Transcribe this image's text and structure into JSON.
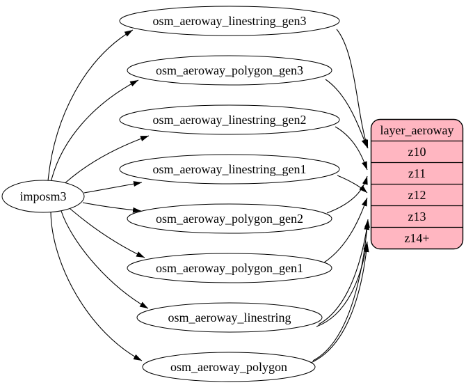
{
  "diagram": {
    "kind": "etl-graph",
    "colors": {
      "background": "#ffffff",
      "node_fill": "#ffffff",
      "node_stroke": "#000000",
      "edge": "#000000",
      "record_fill": "#ffb6c1",
      "record_stroke": "#000000",
      "text": "#000000"
    },
    "source": {
      "label": "imposm3"
    },
    "tables": [
      {
        "label": "osm_aeroway_linestring_gen3"
      },
      {
        "label": "osm_aeroway_polygon_gen3"
      },
      {
        "label": "osm_aeroway_linestring_gen2"
      },
      {
        "label": "osm_aeroway_linestring_gen1"
      },
      {
        "label": "osm_aeroway_polygon_gen2"
      },
      {
        "label": "osm_aeroway_polygon_gen1"
      },
      {
        "label": "osm_aeroway_linestring"
      },
      {
        "label": "osm_aeroway_polygon"
      }
    ],
    "record": {
      "title": "layer_aeroway",
      "rows": [
        "z10",
        "z11",
        "z12",
        "z13",
        "z14+"
      ],
      "fill": "#ffb6c1"
    },
    "edges": [
      {
        "from": "imposm3",
        "to": "osm_aeroway_linestring_gen3"
      },
      {
        "from": "imposm3",
        "to": "osm_aeroway_polygon_gen3"
      },
      {
        "from": "imposm3",
        "to": "osm_aeroway_linestring_gen2"
      },
      {
        "from": "imposm3",
        "to": "osm_aeroway_linestring_gen1"
      },
      {
        "from": "imposm3",
        "to": "osm_aeroway_polygon_gen2"
      },
      {
        "from": "imposm3",
        "to": "osm_aeroway_polygon_gen1"
      },
      {
        "from": "imposm3",
        "to": "osm_aeroway_linestring"
      },
      {
        "from": "imposm3",
        "to": "osm_aeroway_polygon"
      },
      {
        "from": "osm_aeroway_linestring_gen3",
        "to": "layer_aeroway:z10"
      },
      {
        "from": "osm_aeroway_polygon_gen3",
        "to": "layer_aeroway:z10"
      },
      {
        "from": "osm_aeroway_linestring_gen2",
        "to": "layer_aeroway:z11"
      },
      {
        "from": "osm_aeroway_polygon_gen2",
        "to": "layer_aeroway:z11"
      },
      {
        "from": "osm_aeroway_linestring_gen1",
        "to": "layer_aeroway:z12"
      },
      {
        "from": "osm_aeroway_polygon_gen1",
        "to": "layer_aeroway:z12"
      },
      {
        "from": "osm_aeroway_linestring",
        "to": "layer_aeroway:z13"
      },
      {
        "from": "osm_aeroway_linestring",
        "to": "layer_aeroway:z14+"
      },
      {
        "from": "osm_aeroway_polygon",
        "to": "layer_aeroway:z13"
      },
      {
        "from": "osm_aeroway_polygon",
        "to": "layer_aeroway:z14+"
      }
    ]
  }
}
